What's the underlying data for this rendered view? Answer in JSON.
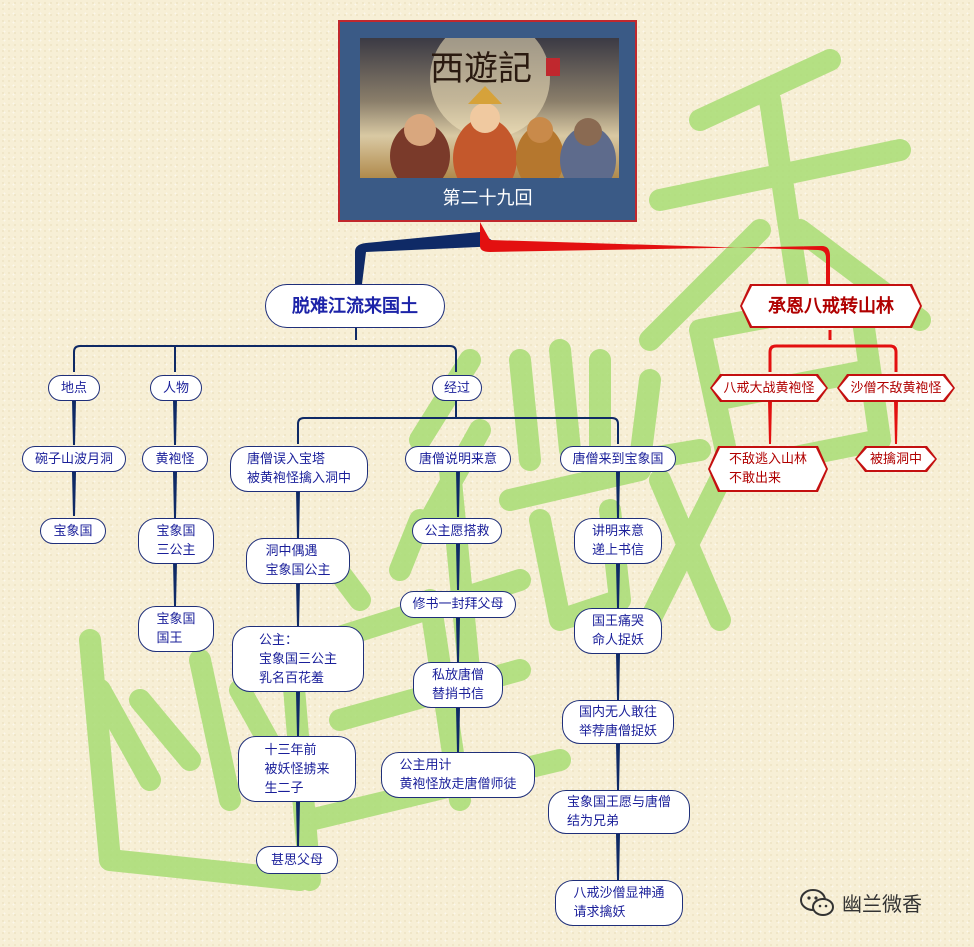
{
  "root": {
    "title": "第二十九回",
    "image_logo": "西遊記"
  },
  "branches": {
    "left": {
      "label": "脱难江流来国土"
    },
    "right": {
      "label": "承恩八戒转山林"
    }
  },
  "left": {
    "place": {
      "label": "地点",
      "items": [
        "碗子山波月洞",
        "宝象国"
      ]
    },
    "person": {
      "label": "人物",
      "items": [
        "黄袍怪",
        "宝象国\n三公主",
        "宝象国\n国王"
      ]
    },
    "events": {
      "label": "经过",
      "col1": [
        "唐僧误入宝塔\n被黄袍怪擒入洞中",
        "洞中偶遇\n宝象国公主",
        "公主：\n宝象国三公主\n乳名百花羞",
        "十三年前\n被妖怪掳来\n生二子",
        "甚思父母"
      ],
      "col2": [
        "唐僧说明来意",
        "公主愿搭救",
        "修书一封拜父母",
        "私放唐僧\n替捎书信",
        "公主用计\n黄袍怪放走唐僧师徒"
      ],
      "col3": [
        "唐僧来到宝象国",
        "讲明来意\n递上书信",
        "国王痛哭\n命人捉妖",
        "国内无人敢往\n举荐唐僧捉妖",
        "宝象国王愿与唐僧\n结为兄弟",
        "八戒沙僧显神通\n请求擒妖"
      ]
    }
  },
  "right": {
    "a": {
      "label": "八戒大战黄袍怪",
      "child": "不敌逃入山林\n不敢出来"
    },
    "b": {
      "label": "沙僧不敌黄袍怪",
      "child": "被擒洞中"
    }
  },
  "watermark": "幽兰微香",
  "brand": {
    "icon": "wechat-icon",
    "text": "幽兰微香"
  },
  "colors": {
    "navy": "#0f2a66",
    "red": "#e01010",
    "watermark": "#a8dd74"
  }
}
